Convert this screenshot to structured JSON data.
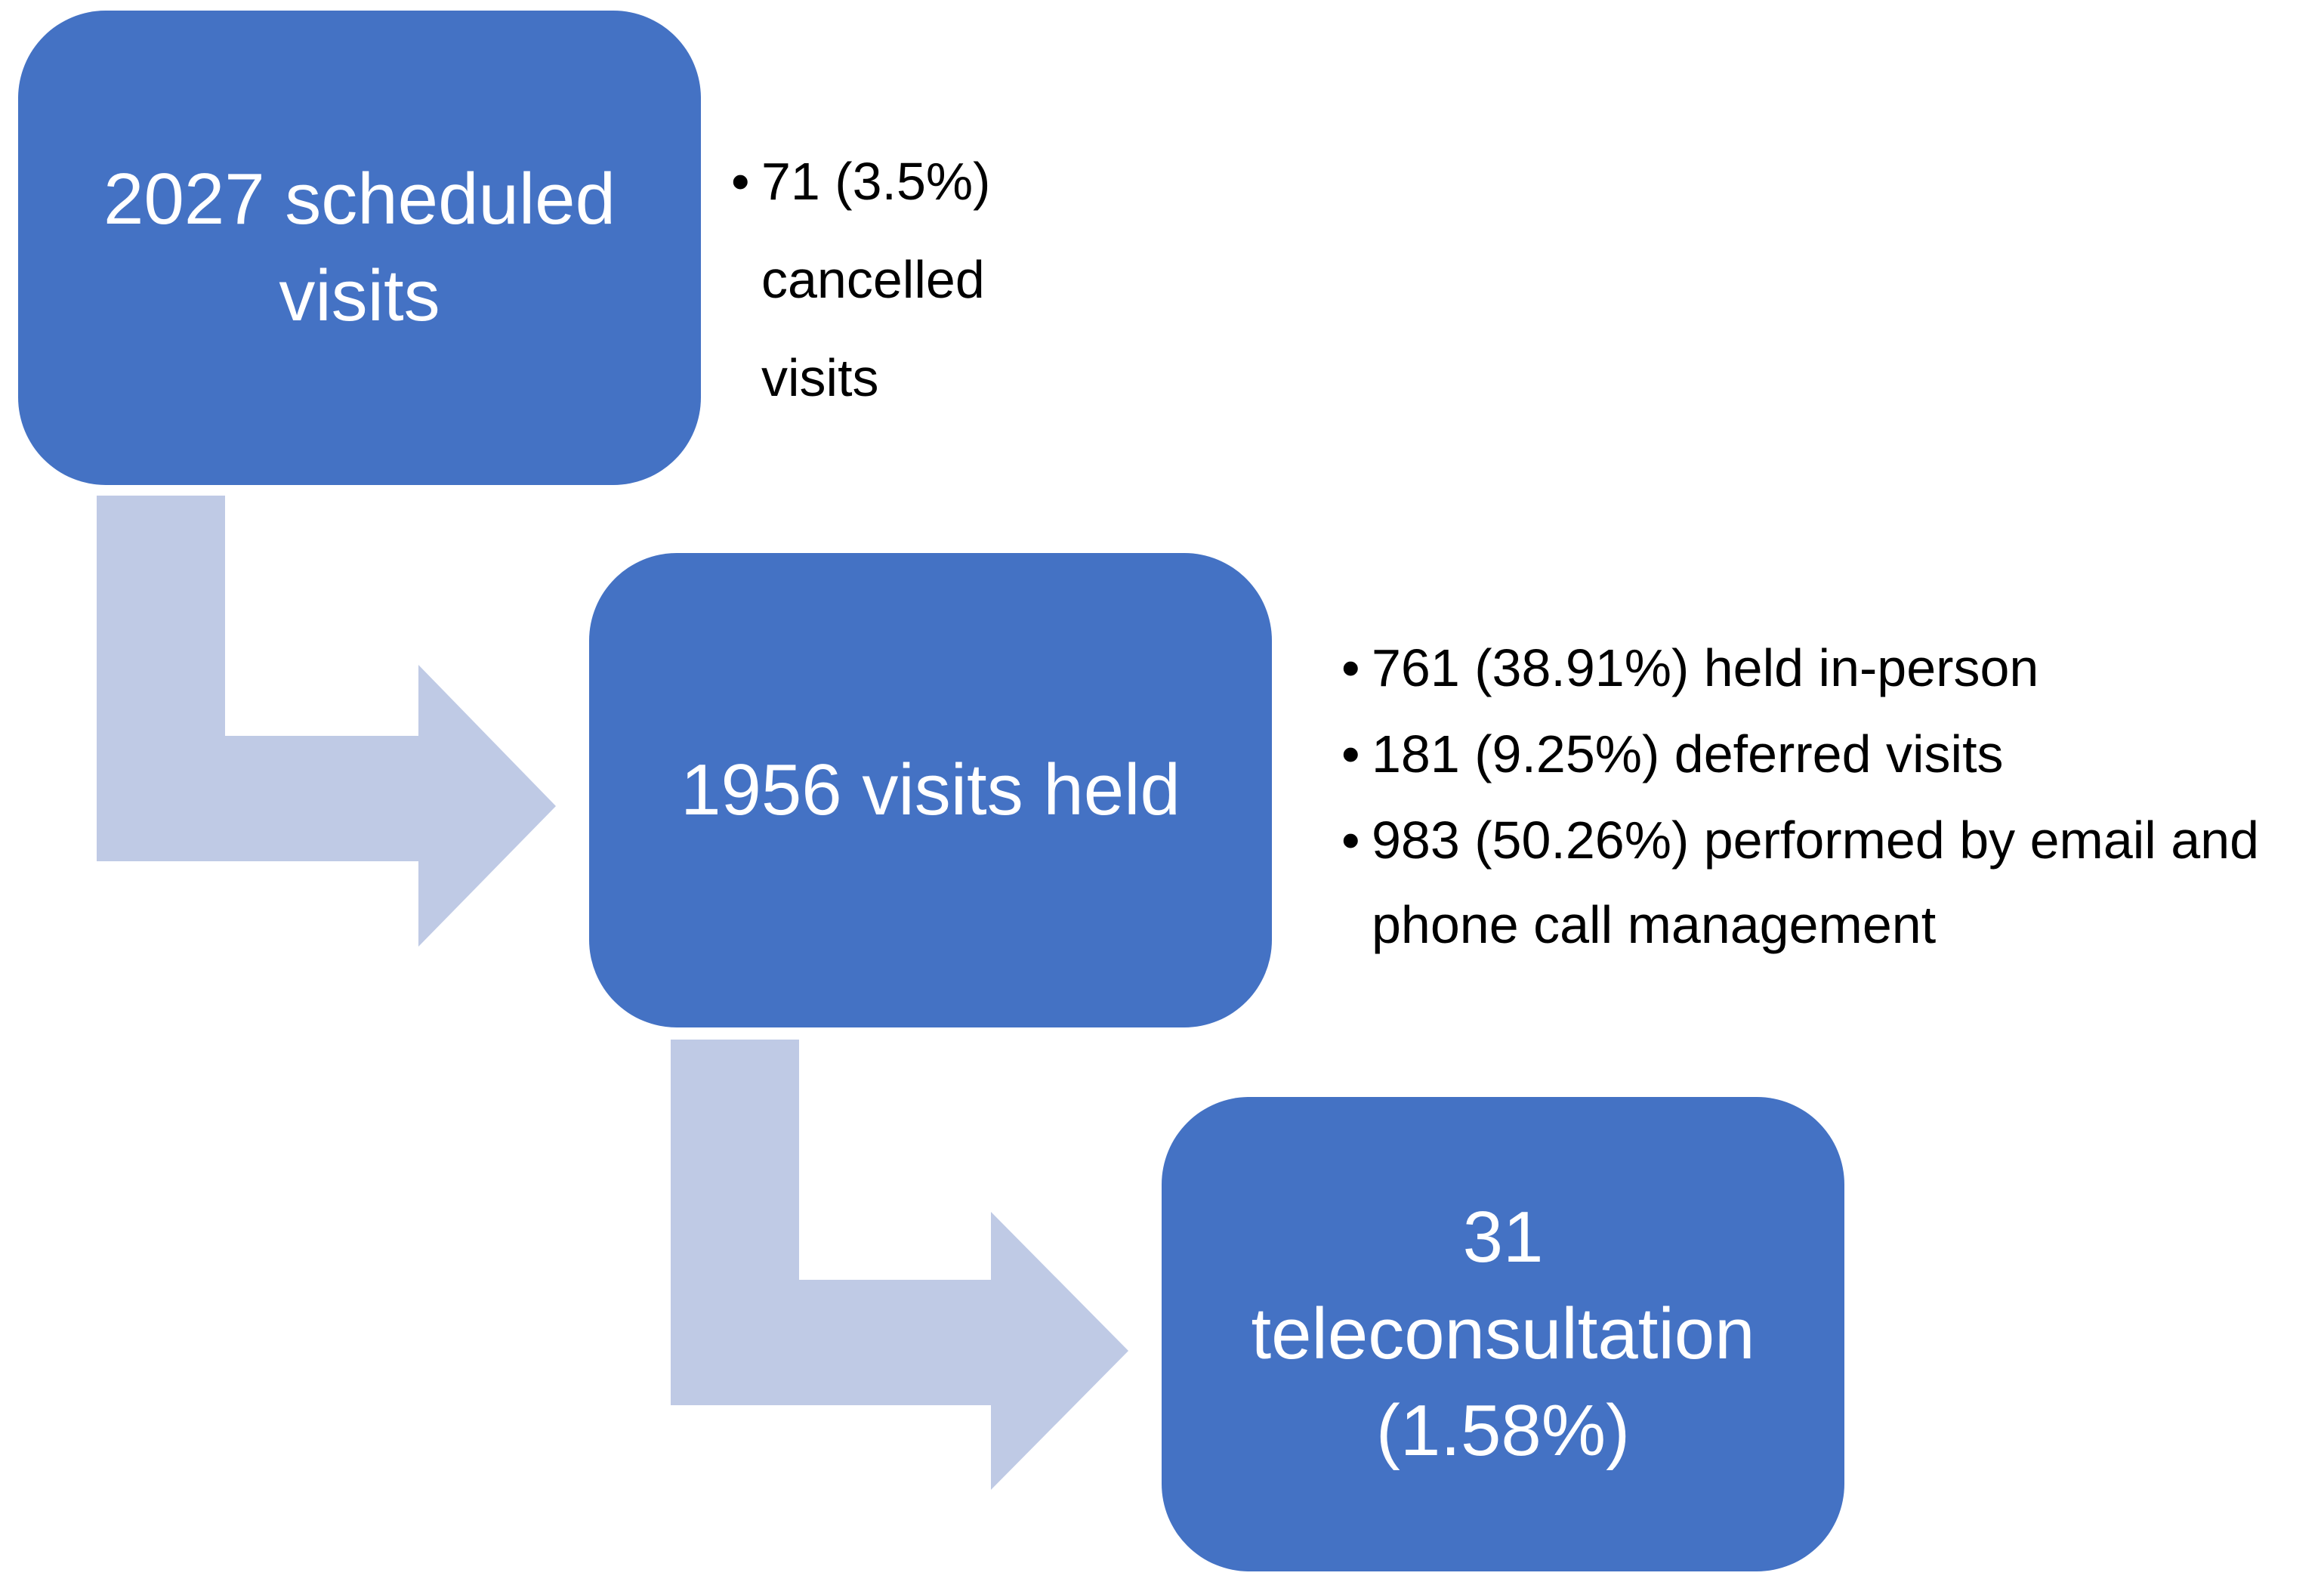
{
  "colors": {
    "box_fill": "#4472C4",
    "arrow_fill": "#BFCAE5",
    "box_text": "#FFFFFF",
    "note_text": "#000000"
  },
  "steps": [
    {
      "label": "2027 scheduled\nvisits"
    },
    {
      "label": "1956 visits held"
    },
    {
      "label": "31\nteleconsultation\n(1.58%)"
    }
  ],
  "notes": {
    "step1": [
      "71 (3.5%)\ncancelled\nvisits"
    ],
    "step2": [
      "761 (38.91%) held in-person",
      "181 (9.25%) deferred visits",
      "983 (50.26%) performed by email and phone call management"
    ]
  },
  "bullet_glyph": "•"
}
